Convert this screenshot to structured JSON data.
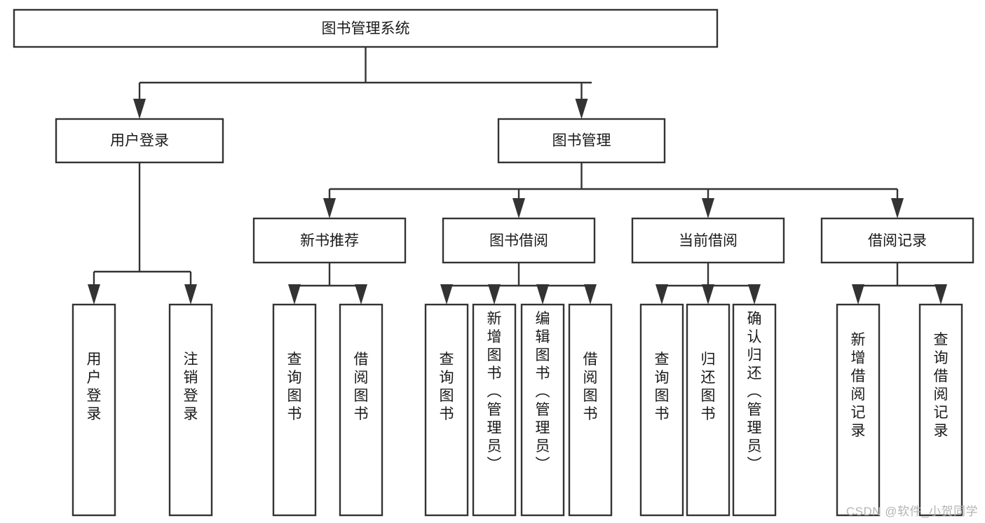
{
  "diagram": {
    "kind": "tree-hierarchy-chart",
    "title": "图书管理系统",
    "watermark": "CSDN @软件_小贺同学",
    "colors": {
      "stroke": "#333333",
      "box_fill": "#ffffff",
      "text": "#1a1a1a",
      "background": "#ffffff",
      "watermark": "#b4b4b4"
    },
    "nodes": {
      "root": {
        "label": "图书管理系统",
        "orientation": "horizontal",
        "level": 1
      },
      "l2_1": {
        "label": "用户登录",
        "orientation": "horizontal",
        "level": 2
      },
      "l2_2": {
        "label": "图书管理",
        "orientation": "horizontal",
        "level": 2
      },
      "l3_1": {
        "label": "新书推荐",
        "orientation": "horizontal",
        "level": 3
      },
      "l3_2": {
        "label": "图书借阅",
        "orientation": "horizontal",
        "level": 3
      },
      "l3_3": {
        "label": "当前借阅",
        "orientation": "horizontal",
        "level": 3
      },
      "l3_4": {
        "label": "借阅记录",
        "orientation": "horizontal",
        "level": 3
      },
      "leaf_a1": {
        "label": "用户登录",
        "orientation": "vertical",
        "level": 4
      },
      "leaf_a2": {
        "label": "注销登录",
        "orientation": "vertical",
        "level": 4
      },
      "leaf_b1": {
        "label": "查询图书",
        "orientation": "vertical",
        "level": 4
      },
      "leaf_b2": {
        "label": "借阅图书",
        "orientation": "vertical",
        "level": 4
      },
      "leaf_c1": {
        "label": "查询图书",
        "orientation": "vertical",
        "level": 4
      },
      "leaf_c2": {
        "label": "新增图书（管理员）",
        "orientation": "vertical",
        "level": 4
      },
      "leaf_c3": {
        "label": "编辑图书（管理员）",
        "orientation": "vertical",
        "level": 4
      },
      "leaf_c4": {
        "label": "借阅图书",
        "orientation": "vertical",
        "level": 4
      },
      "leaf_d1": {
        "label": "查询图书",
        "orientation": "vertical",
        "level": 4
      },
      "leaf_d2": {
        "label": "归还图书",
        "orientation": "vertical",
        "level": 4
      },
      "leaf_d3": {
        "label": "确认归还（管理员）",
        "orientation": "vertical",
        "level": 4
      },
      "leaf_e1": {
        "label": "新增借阅记录",
        "orientation": "vertical",
        "level": 4
      },
      "leaf_e2": {
        "label": "查询借阅记录",
        "orientation": "vertical",
        "level": 4
      }
    },
    "edges": [
      {
        "from": "root",
        "to": "l2_1"
      },
      {
        "from": "root",
        "to": "l2_2"
      },
      {
        "from": "l2_1",
        "to": "leaf_a1"
      },
      {
        "from": "l2_1",
        "to": "leaf_a2"
      },
      {
        "from": "l2_2",
        "to": "l3_1"
      },
      {
        "from": "l2_2",
        "to": "l3_2"
      },
      {
        "from": "l2_2",
        "to": "l3_3"
      },
      {
        "from": "l2_2",
        "to": "l3_4"
      },
      {
        "from": "l3_1",
        "to": "leaf_b1"
      },
      {
        "from": "l3_1",
        "to": "leaf_b2"
      },
      {
        "from": "l3_2",
        "to": "leaf_c1"
      },
      {
        "from": "l3_2",
        "to": "leaf_c2"
      },
      {
        "from": "l3_2",
        "to": "leaf_c3"
      },
      {
        "from": "l3_2",
        "to": "leaf_c4"
      },
      {
        "from": "l3_3",
        "to": "leaf_d1"
      },
      {
        "from": "l3_3",
        "to": "leaf_d2"
      },
      {
        "from": "l3_3",
        "to": "leaf_d3"
      },
      {
        "from": "l3_4",
        "to": "leaf_e1"
      },
      {
        "from": "l3_4",
        "to": "leaf_e2"
      }
    ]
  }
}
